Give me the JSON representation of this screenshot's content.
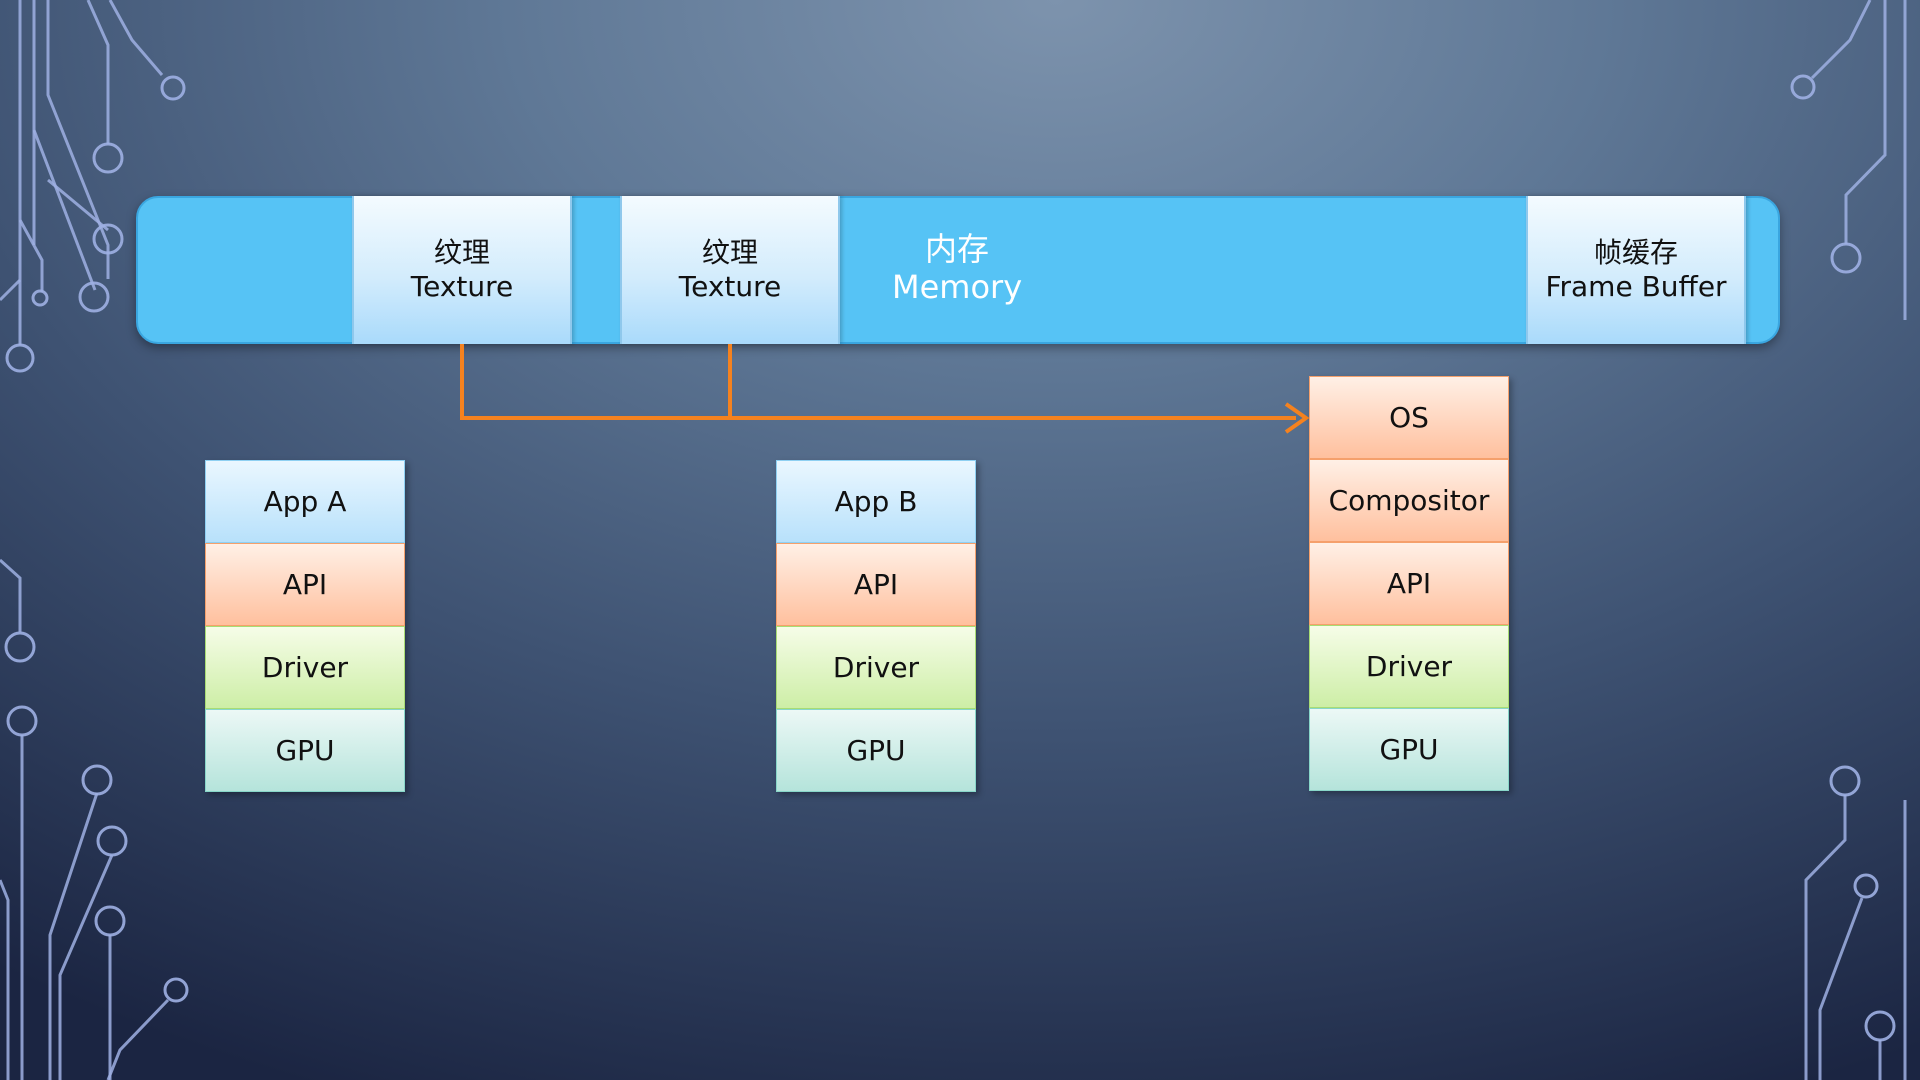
{
  "memory": {
    "zh": "内存",
    "en": "Memory",
    "slots": [
      {
        "zh": "纹理",
        "en": "Texture"
      },
      {
        "zh": "纹理",
        "en": "Texture"
      },
      {
        "zh": "帧缓存",
        "en": "Frame Buffer"
      }
    ]
  },
  "stacks": [
    {
      "layers": [
        "App A",
        "API",
        "Driver",
        "GPU"
      ]
    },
    {
      "layers": [
        "App B",
        "API",
        "Driver",
        "GPU"
      ]
    },
    {
      "layers": [
        "OS",
        "Compositor",
        "API",
        "Driver",
        "GPU"
      ]
    }
  ],
  "colors": {
    "memory": "#56c3f5",
    "arrow": "#f5821f",
    "app": "#b8e1fb",
    "api": "#ffc09e",
    "driver": "#cdeea6",
    "gpu": "#b5e4db"
  }
}
